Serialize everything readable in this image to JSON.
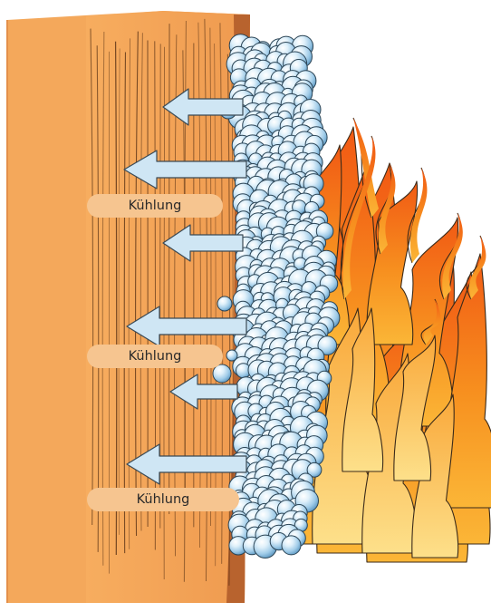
{
  "diagram": {
    "labels": [
      "Kühlung",
      "Kühlung",
      "Kühlung"
    ],
    "colors": {
      "board_light": "#f7ab5c",
      "board_main": "#f2a056",
      "board_edge": "#b8632e",
      "grain": "#5a3316",
      "arrow_fill": "#cfe6f4",
      "arrow_stroke": "#3a4a55",
      "bubble_light": "#eef7fc",
      "bubble_mid": "#a8d2ec",
      "bubble_dark": "#6aa7cf",
      "flame_outer": "#f26a1b",
      "flame_mid": "#f8a133",
      "flame_inner": "#fcd76a",
      "label_bg": "#f6c590"
    }
  }
}
